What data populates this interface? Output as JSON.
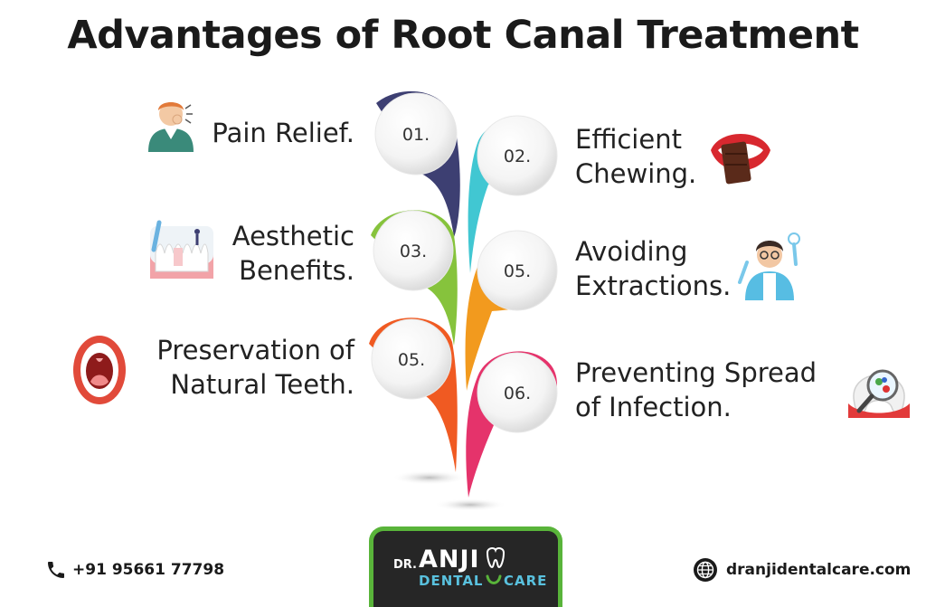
{
  "title": "Advantages of Root Canal Treatment",
  "items": [
    {
      "number": "01.",
      "lines": [
        "Pain Relief."
      ],
      "color": "#3d3f72",
      "icon": "pain-person-icon"
    },
    {
      "number": "02.",
      "lines": [
        "Efficient",
        "Chewing."
      ],
      "color": "#41c7d2",
      "icon": "chocolate-mouth-icon"
    },
    {
      "number": "03.",
      "lines": [
        "Aesthetic",
        "Benefits."
      ],
      "color": "#86c33c",
      "icon": "teeth-cleaning-icon"
    },
    {
      "number": "05.",
      "lines": [
        "Avoiding",
        "Extractions."
      ],
      "color": "#f29a1e",
      "icon": "dentist-icon"
    },
    {
      "number": "05.",
      "lines": [
        "Preservation of",
        "Natural Teeth."
      ],
      "color": "#f05a22",
      "icon": "open-mouth-icon"
    },
    {
      "number": "06.",
      "lines": [
        "Preventing Spread",
        "of Infection."
      ],
      "color": "#e5336b",
      "icon": "infected-tooth-icon"
    }
  ],
  "footer": {
    "phone": "+91 95661 77798",
    "website": "dranjidentalcare.com",
    "logo": {
      "dr": "DR.",
      "name": "ANJI",
      "dental": "DENTAL",
      "care": "CARE"
    },
    "brand_green": "#59b43a",
    "brand_blue": "#59c1de"
  }
}
